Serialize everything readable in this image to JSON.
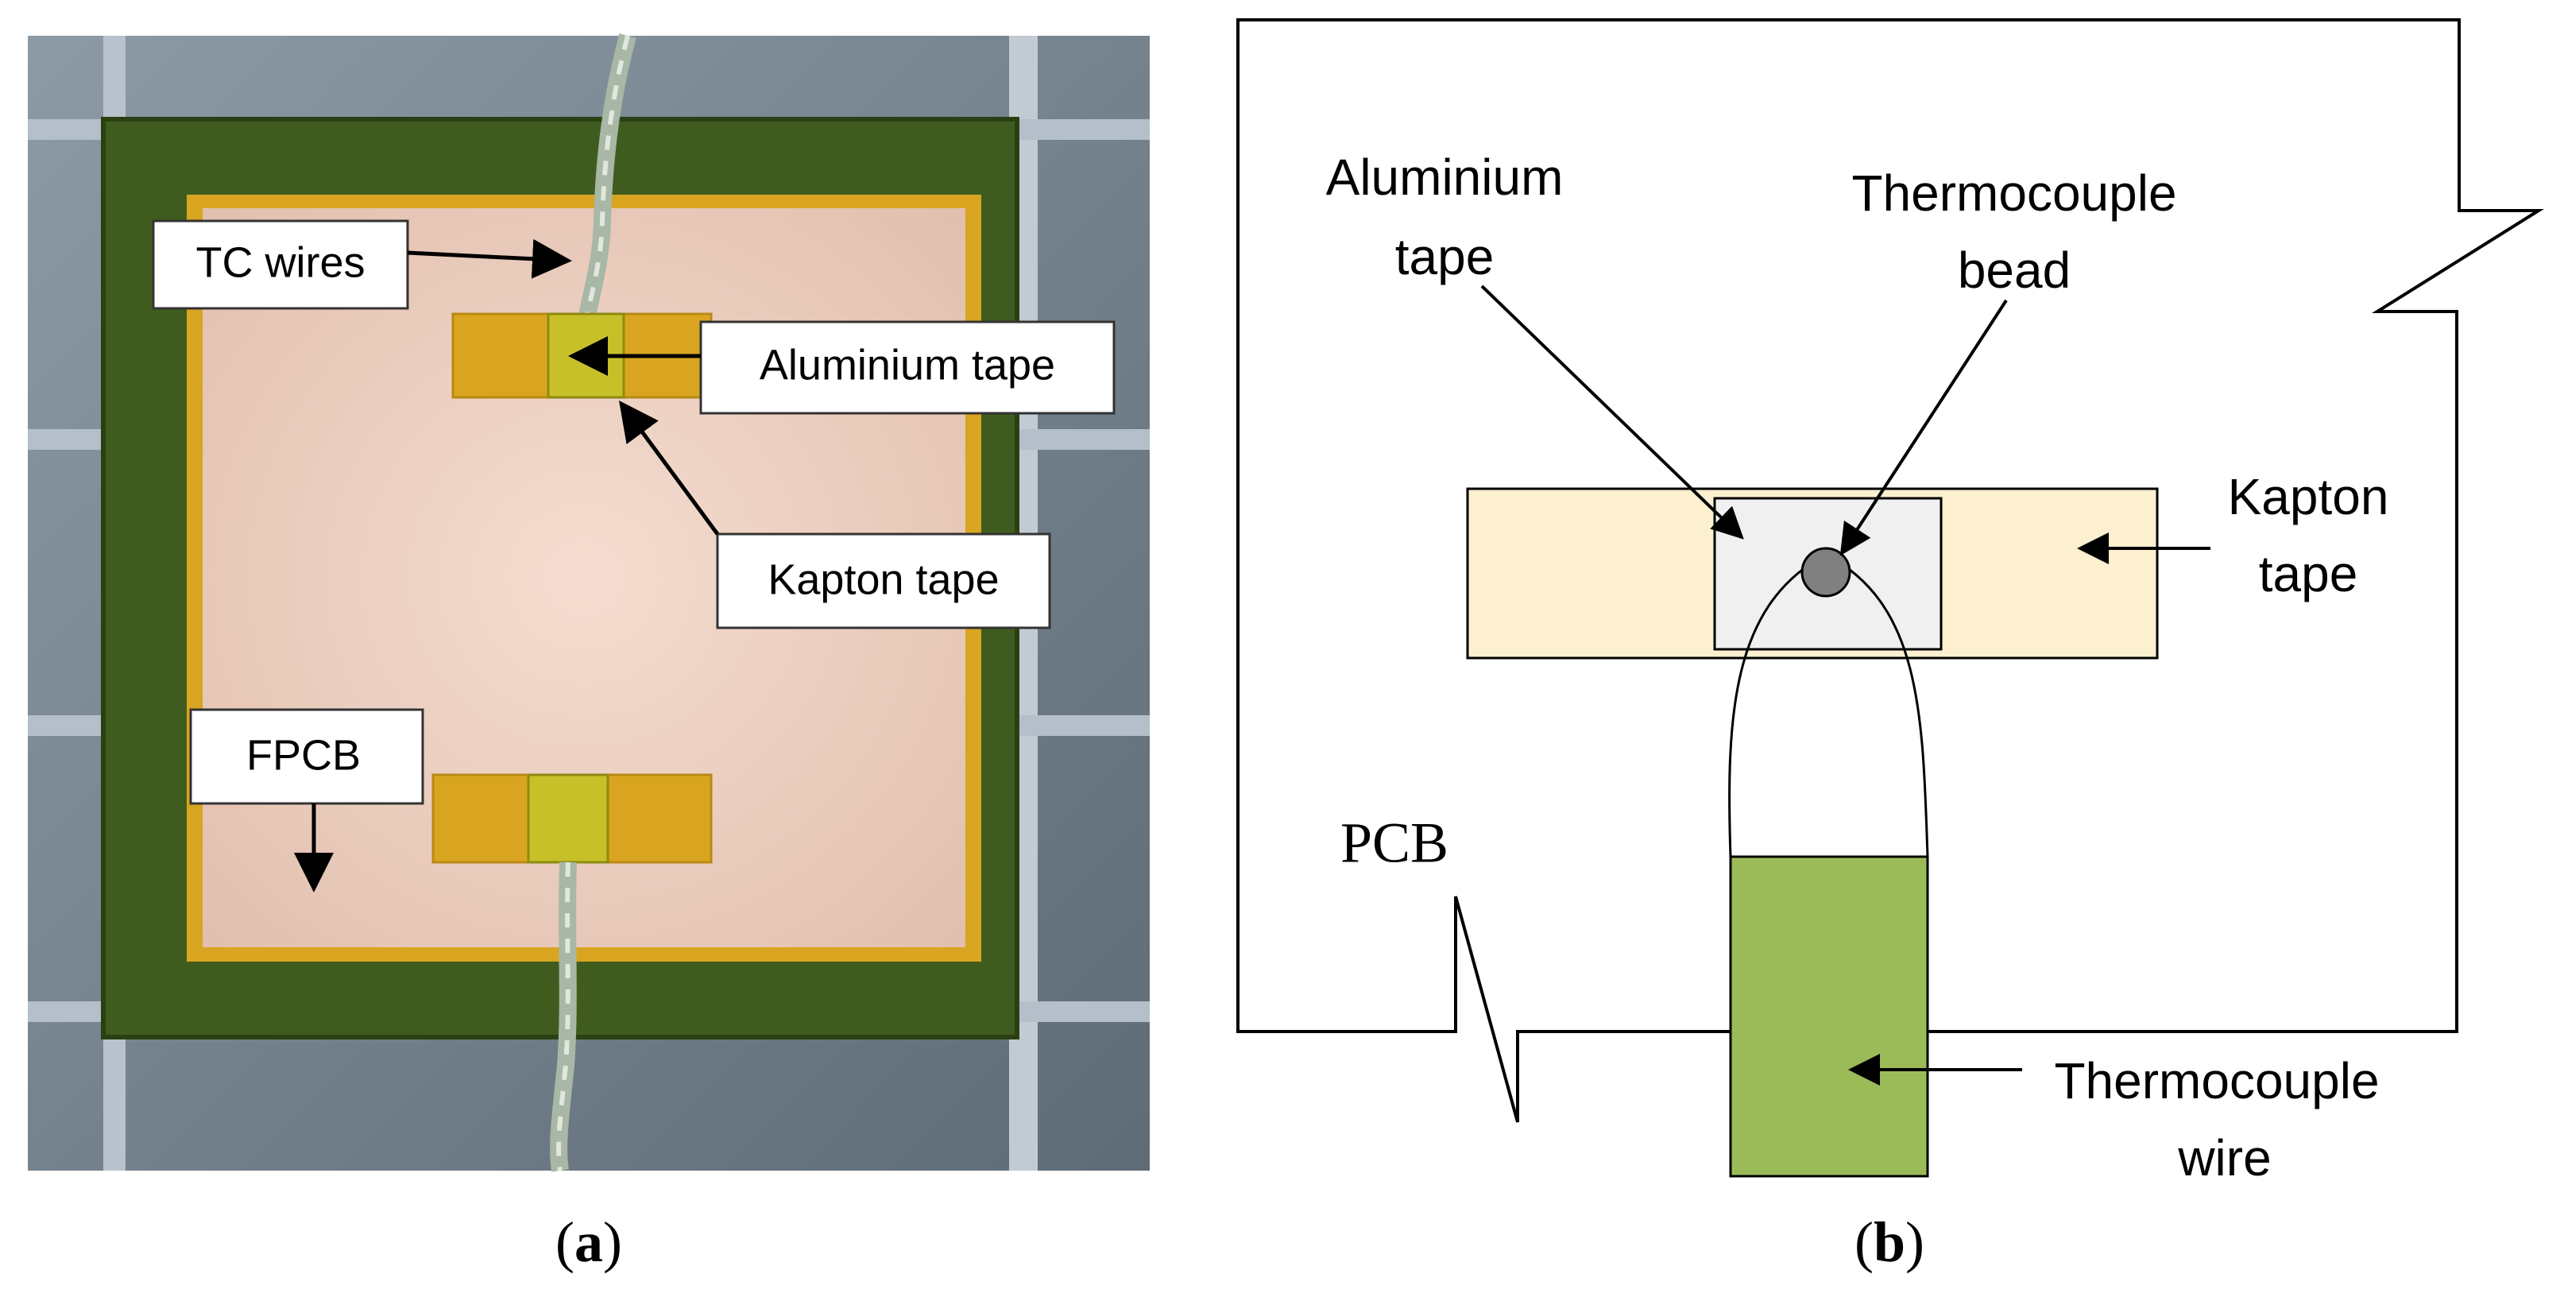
{
  "panel_a": {
    "caption_open": "(",
    "caption_letter": "a",
    "caption_close": ")",
    "labels": {
      "tc_wires": "TC wires",
      "aluminium_tape": "Aluminium tape",
      "kapton_tape": "Kapton tape",
      "fpcb": "FPCB"
    }
  },
  "panel_b": {
    "caption_open": "(",
    "caption_letter": "b",
    "caption_close": ")",
    "labels": {
      "aluminium_line1": "Aluminium",
      "aluminium_line2": "tape",
      "bead_line1": "Thermocouple",
      "bead_line2": "bead",
      "kapton_line1": "Kapton",
      "kapton_line2": "tape",
      "pcb": "PCB",
      "wire_line1": "Thermocouple",
      "wire_line2": "wire"
    }
  },
  "colors": {
    "kapton_fill": "#fdf0d0",
    "aluminium_fill": "#f0f0f0",
    "bead_fill": "#808080",
    "wire_fill": "#9bbb59",
    "photo_board": "#e9c9b8",
    "photo_frame": "#3f5c1e",
    "photo_kapton": "#d9a520",
    "photo_foil": "#c8c028"
  }
}
